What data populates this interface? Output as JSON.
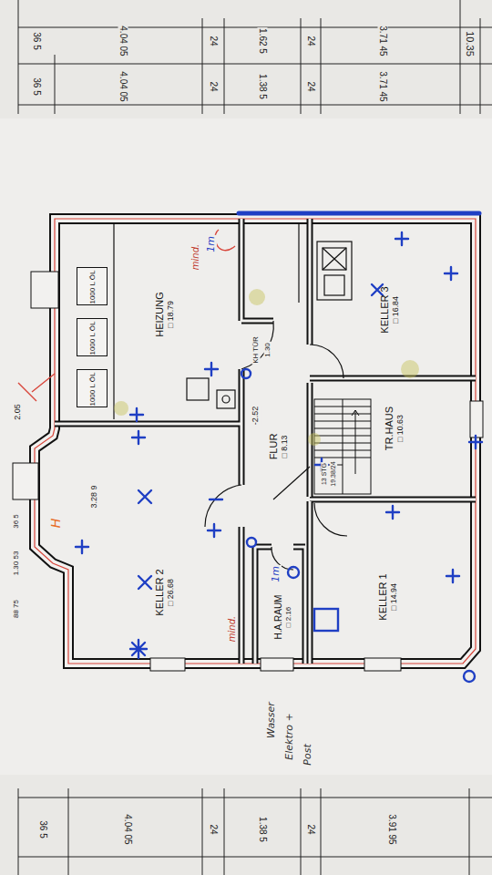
{
  "diagram": {
    "nodes": [
      {
        "text": [
          "HEIZUNG",
          "□ 18.79"
        ]
      },
      {
        "text": [
          "1000 L ÖL"
        ],
        "in": 0
      },
      {
        "text": [
          "1000 L ÖL"
        ],
        "in": 0
      },
      {
        "text": [
          "1000 L ÖL"
        ],
        "in": 0
      },
      {
        "text": [
          "KELLER 3",
          "□ 16.84"
        ]
      },
      {
        "text": [
          "TR.HAUS",
          "□ 10.63"
        ]
      },
      {
        "text": [
          "FLUR",
          "□ 8.13"
        ]
      },
      {
        "text": [
          "KELLER 2",
          "□ 26.68"
        ]
      },
      {
        "text": [
          "H.A.RAUM",
          "□ 2.16"
        ]
      },
      {
        "text": [
          "KELLER 1",
          "□ 14.94"
        ]
      }
    ],
    "labels": [
      "10.35",
      "36 5",
      "4.04 05",
      "24",
      "1.62 5",
      "24",
      "3.71 45",
      "36 5",
      "4.04 05",
      "24",
      "1.38 5",
      "24",
      "3.71 45",
      "36 5",
      "4.04 05",
      "24",
      "1.38 5",
      "24",
      "3.91 95",
      "2.05",
      "KH TÜR",
      "1.30",
      "-2.52",
      "3.28 9",
      "36 5",
      "1.30 53",
      "88 75",
      "13 STG",
      "19.38/24",
      "Wasser",
      "Elektro +",
      "Post",
      "mind.",
      "mind.",
      "H",
      "1m",
      "1m"
    ]
  }
}
